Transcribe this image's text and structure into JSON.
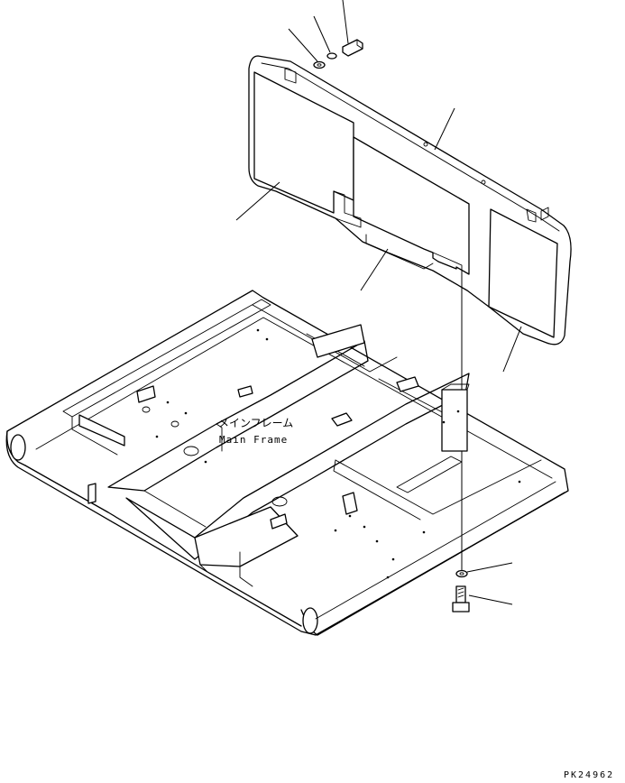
{
  "labels": {
    "main_frame_jp": "メインフレーム",
    "main_frame_en": "Main Frame",
    "reference_code": "PK24962"
  }
}
